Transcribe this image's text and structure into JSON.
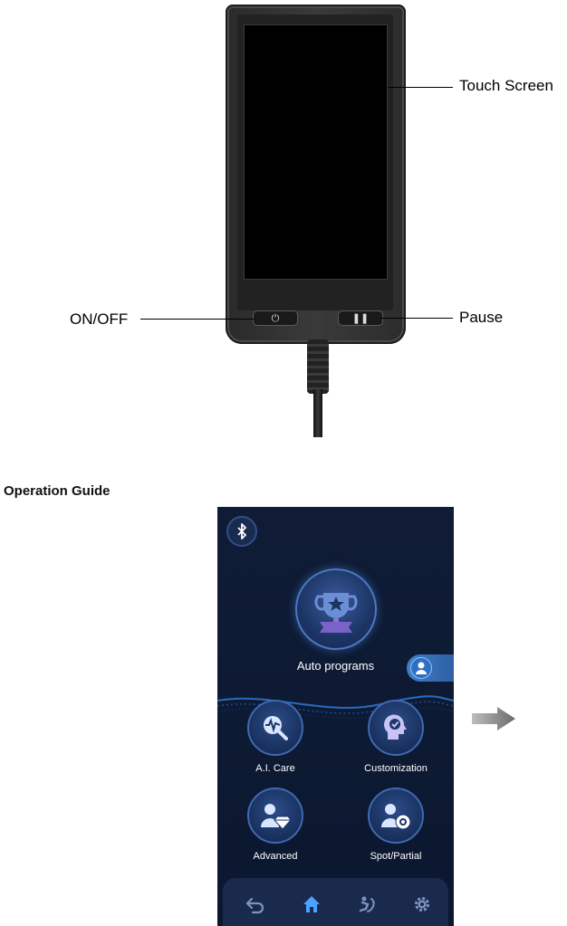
{
  "callouts": {
    "touch_screen": "Touch Screen",
    "on_off": "ON/OFF",
    "pause": "Pause"
  },
  "section_title": "Operation Guide",
  "phone": {
    "auto_programs": "Auto programs",
    "menu": [
      {
        "label": "A.I. Care",
        "icon": "heartbeat-magnifier-icon"
      },
      {
        "label": "Customization",
        "icon": "head-check-icon"
      },
      {
        "label": "Advanced",
        "icon": "person-diamond-icon"
      },
      {
        "label": "Spot/Partial",
        "icon": "person-target-icon"
      }
    ],
    "nav": [
      "back-icon",
      "home-icon",
      "massage-icon",
      "settings-icon"
    ]
  },
  "colors": {
    "screen_bg": "#0d1a33",
    "accent": "#3f7fc8",
    "active_nav": "#4aa3ff"
  }
}
